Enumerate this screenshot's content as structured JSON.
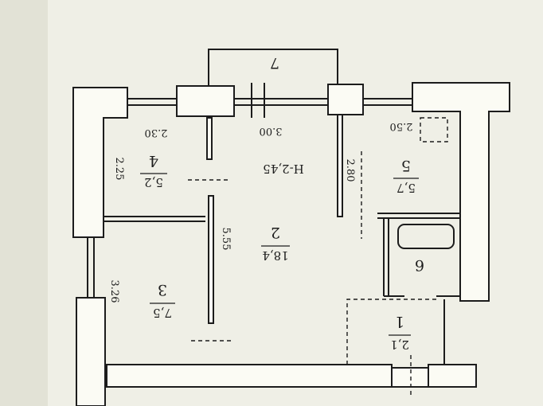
{
  "rooms": [
    {
      "number": "1",
      "area": "2,1"
    },
    {
      "number": "2",
      "area": "18,4"
    },
    {
      "number": "3",
      "area": "7,5"
    },
    {
      "number": "4",
      "area": "5,2"
    },
    {
      "number": "5",
      "area": "5,7"
    },
    {
      "number": "6",
      "area": ""
    },
    {
      "number": "7",
      "area": ""
    }
  ],
  "dimensions": {
    "ceiling_height": "H-2,45",
    "dim_300": "3.00",
    "dim_250": "2.50",
    "dim_230": "2.30",
    "dim_225": "2.25",
    "dim_280": "2.80",
    "dim_555": "5.55",
    "dim_326": "3.26"
  }
}
